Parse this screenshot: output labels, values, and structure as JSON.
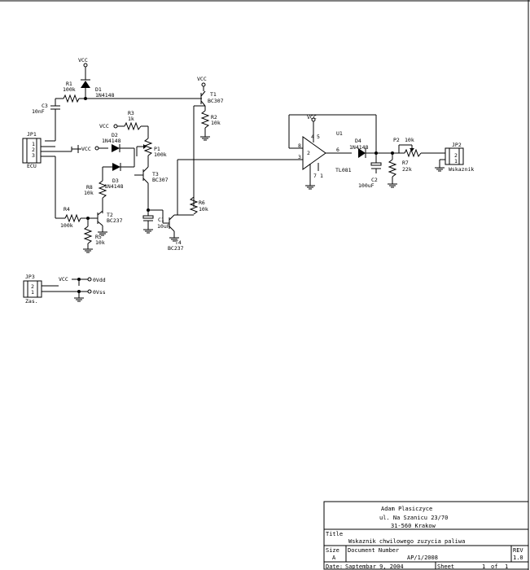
{
  "labels": {
    "vcc_d1": "VCC",
    "vcc_t1": "VCC",
    "vcc_r3": "VCC",
    "vcc_d2": "VCC",
    "vcc_u1": "VCC",
    "vcc_jp3": "VCC",
    "r1_ref": "R1",
    "r1_val": "100k",
    "d1_ref": "D1",
    "d1_val": "1N4148",
    "c3_ref": "C3",
    "c3_val": "10nF",
    "t1_ref": "T1",
    "t1_val": "BC307",
    "r2_ref": "R2",
    "r2_val": "10k",
    "r3_ref": "R3",
    "r3_val": "1k",
    "d2_ref": "D2",
    "d2_val": "1N4148",
    "p1_ref": "P1",
    "p1_val": "100k",
    "d3_ref": "D3",
    "d3_val": "1N4148",
    "t3_ref": "T3",
    "t3_val": "BC307",
    "r8_ref": "R8",
    "r8_val": "10k",
    "r4_ref": "R4",
    "r4_val": "100k",
    "t2_ref": "T2",
    "t2_val": "BC237",
    "r5_ref": "R5",
    "r5_val": "10k",
    "c1_ref": "C1",
    "c1_val": "10uF",
    "t4_ref": "T4",
    "t4_val": "BC237",
    "r6_ref": "R6",
    "r6_val": "10k",
    "jp1_ref": "JP1",
    "jp1_name": "ECU",
    "u1_ref": "U1",
    "u1_val": "TL081",
    "d4_ref": "D4",
    "d4_val": "1N4148",
    "c2_ref": "C2",
    "c2_val": "100uF",
    "p2_ref": "P2",
    "p2_val": "10k",
    "r7_ref": "R7",
    "r7_val": "22k",
    "jp2_ref": "JP2",
    "jp2_name": "Wskaznik",
    "jp3_ref": "JP3",
    "jp3_name": "Zas.",
    "vdd": "0Vdd",
    "vss": "0Vss",
    "pin_8": "8",
    "pin_4": "4",
    "pin_5": "5",
    "pin_3": "3",
    "pin_2": "2",
    "pin_6": "6",
    "pin_7": "7",
    "pin_1": "1",
    "jp_1": "1",
    "jp_2": "2",
    "jp_3": "3"
  },
  "title_block": {
    "author": "Adam Plasiczyce",
    "address1": "ul. Na Szanicu 23/70",
    "address2": "31-560 Krakow",
    "title_label": "Title",
    "title": "Wskaznik chwilowego zuzycia paliwa",
    "size_label": "Size",
    "size": "A",
    "doc_label": "Document Number",
    "doc_number": "AP/1/2008",
    "rev_label": "REV",
    "rev": "1.0",
    "date_label": "Date:",
    "date": "Saptembar 9, 2004",
    "sheet_label": "Sheet",
    "sheet": "1",
    "of_label": "of",
    "sheets": "1"
  }
}
